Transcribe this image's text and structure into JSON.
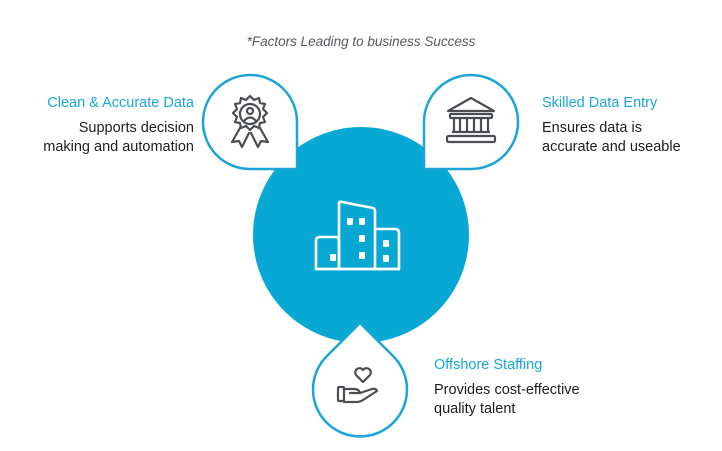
{
  "caption": "*Factors Leading to business Success",
  "colors": {
    "accent": "#07a9d4",
    "outline": "#1aa5d6",
    "icon_stroke": "#4a4d52",
    "title_text": "#1aa5d6",
    "body_text": "#1d1d1f"
  },
  "center": {
    "icon": "buildings-icon"
  },
  "factors": [
    {
      "title": "Clean & Accurate Data",
      "description_line1": "Supports decision",
      "description_line2": "making and automation",
      "icon": "award-ribbon-user-icon",
      "position": "top-left"
    },
    {
      "title": "Skilled Data Entry",
      "description_line1": "Ensures data is",
      "description_line2": "accurate and useable",
      "icon": "bank-building-icon",
      "position": "top-right"
    },
    {
      "title": "Offshore Staffing",
      "description_line1": "Provides cost-effective",
      "description_line2": "quality talent",
      "icon": "heart-in-hand-icon",
      "position": "bottom"
    }
  ]
}
